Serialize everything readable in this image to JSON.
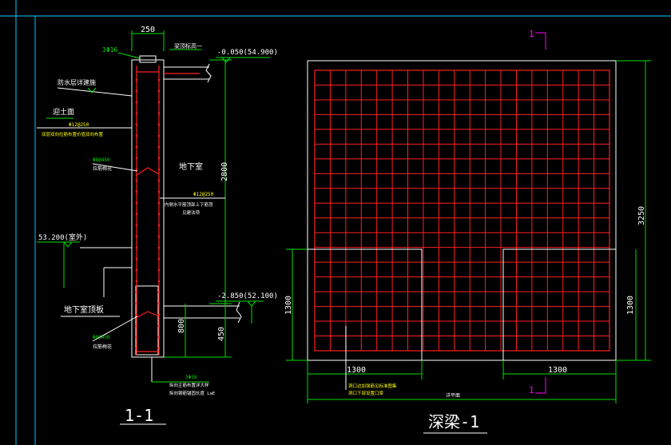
{
  "section": {
    "title": "1-1",
    "width_dim": "250",
    "top_bars": "3Φ16",
    "top_right_note": "梁顶标高一",
    "elev_top": "-0.050(54.900)",
    "elev_bottom": "-2.850(52.100)",
    "elev_left": "53.200(室外)",
    "height_total": "2800",
    "height_lower_a": "800",
    "height_lower_b": "450",
    "note_waterproof": "防水层详建施",
    "note_soil_side": "迎土面",
    "note_bar_spec": "Φ12@250",
    "note_side_detail": "双层双向拉筋布置价值双向布置",
    "note_tie_upper": "Φ8@450",
    "note_tie_upper_sub": "拉筋梅花",
    "note_basement": "地下室",
    "note_right_bar": "Φ12@250",
    "note_right_bar_sub1": "内侧水平筋顶部上下筋顶",
    "note_right_bar_sub2": "见建法项",
    "note_ground": "地下室顶板",
    "note_tie_lower": "Φ8@450",
    "note_tie_lower_sub": "拉筋梅花",
    "note_bottom_bar": "3Φ18",
    "note_bottom_1": "纵向主筋布置详大样",
    "note_bottom_2": "纵向钢筋锚固长度 LaE"
  },
  "elevation": {
    "title": "深梁-1",
    "section_mark_top": "1",
    "section_mark_bottom": "1",
    "height_total": "3250",
    "opening_left_height": "1300",
    "opening_right_height": "1300",
    "opening_left_width": "1300",
    "opening_right_width": "1300",
    "opening_note_1": "洞口边加强筋见标准图集",
    "opening_note_2": "洞口下部设置口梁",
    "bottom_note": "详平面",
    "grid_cols": 19,
    "grid_rows": 19
  },
  "colors": {
    "background": "#000000",
    "wall_line": "#ffffff",
    "rebar": "#ff2020",
    "dimension": "#00e000",
    "annotation": "#ffff00",
    "cyan": "#00c8ff",
    "magenta": "#ff00ff"
  }
}
